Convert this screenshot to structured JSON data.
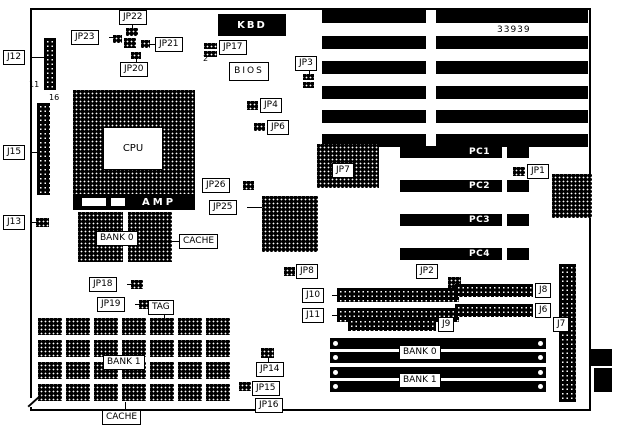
{
  "diagram": {
    "board_number": "33939",
    "pins": {
      "j12_pin": "11",
      "cpu_pin": "16",
      "jp17_pin": "2"
    },
    "jumpers": {
      "jp1": "JP1",
      "jp2": "JP2",
      "jp3": "JP3",
      "jp4": "JP4",
      "jp6": "JP6",
      "jp7": "JP7",
      "jp8": "JP8",
      "jp14": "JP14",
      "jp15": "JP15",
      "jp16": "JP16",
      "jp17": "JP17",
      "jp18": "JP18",
      "jp19": "JP19",
      "jp20": "JP20",
      "jp21": "JP21",
      "jp22": "JP22",
      "jp23": "JP23",
      "jp25": "JP25",
      "jp26": "JP26"
    },
    "connectors": {
      "j6": "J6",
      "j7": "J7",
      "j8": "J8",
      "j9": "J9",
      "j10": "J10",
      "j11": "J11",
      "j12": "J12",
      "j13": "J13",
      "j15": "J15"
    },
    "chips": {
      "kbd": "KBD",
      "bios": "BIOS",
      "cpu": "CPU",
      "amp": "AMP",
      "tag": "TAG"
    },
    "memory": {
      "cache_bank0": "BANK 0",
      "cache_top": "CACHE",
      "dip_bank1": "BANK 1",
      "cache_bottom": "CACHE",
      "simm_bank0": "BANK 0",
      "simm_bank1": "BANK 1"
    },
    "slots": {
      "pc1": "PC1",
      "pc2": "PC2",
      "pc3": "PC3",
      "pc4": "PC4"
    }
  }
}
